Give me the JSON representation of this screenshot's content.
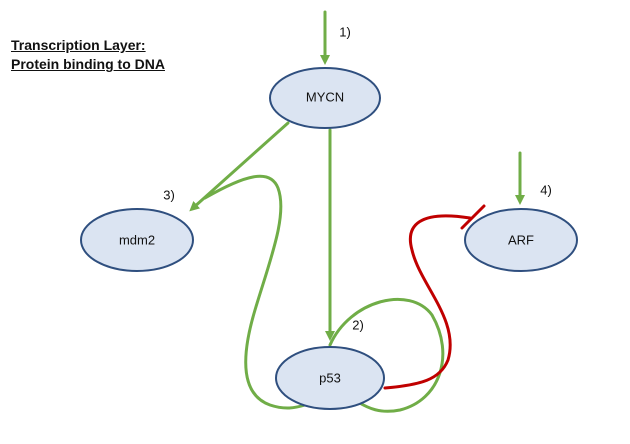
{
  "title": {
    "line1": "Transcription Layer:",
    "line2": "Protein binding to DNA"
  },
  "nodes": {
    "mycn": "MYCN",
    "mdm2": "mdm2",
    "p53": "p53",
    "arf": "ARF"
  },
  "steps": {
    "s1": "1)",
    "s2": "2)",
    "s3": "3)",
    "s4": "4)"
  },
  "colors": {
    "activation": "#70ad47",
    "inhibition": "#c00000",
    "node_fill": "#dbe4f2",
    "node_stroke": "#2f4f7f"
  }
}
